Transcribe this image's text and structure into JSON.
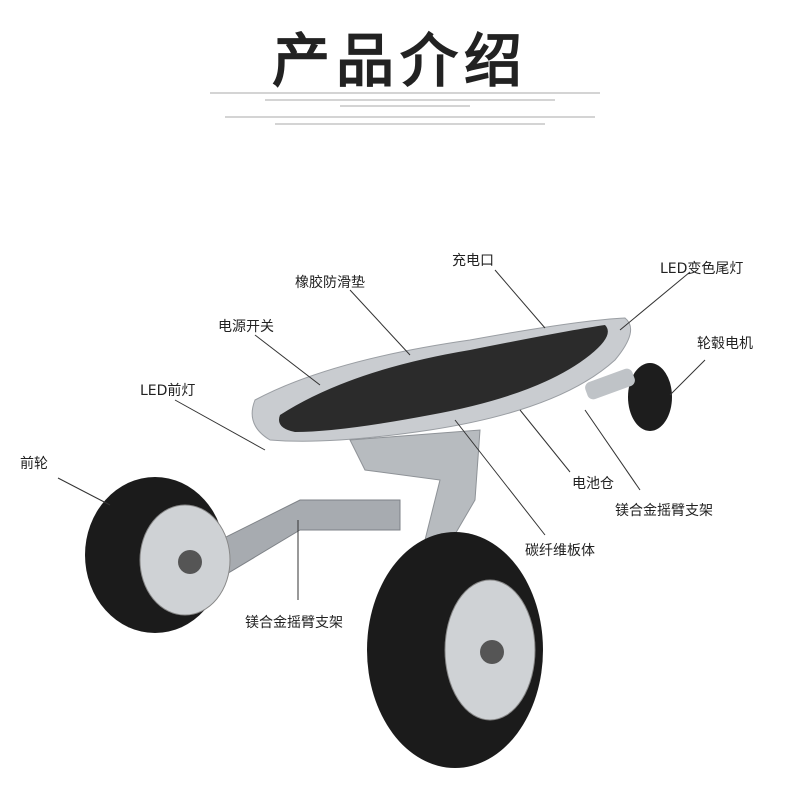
{
  "title": "产品介绍",
  "labels": {
    "charging_port": "充电口",
    "rubber_pad": "橡胶防滑垫",
    "tail_light": "LED变色尾灯",
    "power_switch": "电源开关",
    "hub_motor": "轮毂电机",
    "front_light": "LED前灯",
    "front_wheel": "前轮",
    "battery": "电池仓",
    "rear_arm": "镁合金摇臂支架",
    "carbon_body": "碳纤维板体",
    "front_arm": "镁合金摇臂支架"
  }
}
